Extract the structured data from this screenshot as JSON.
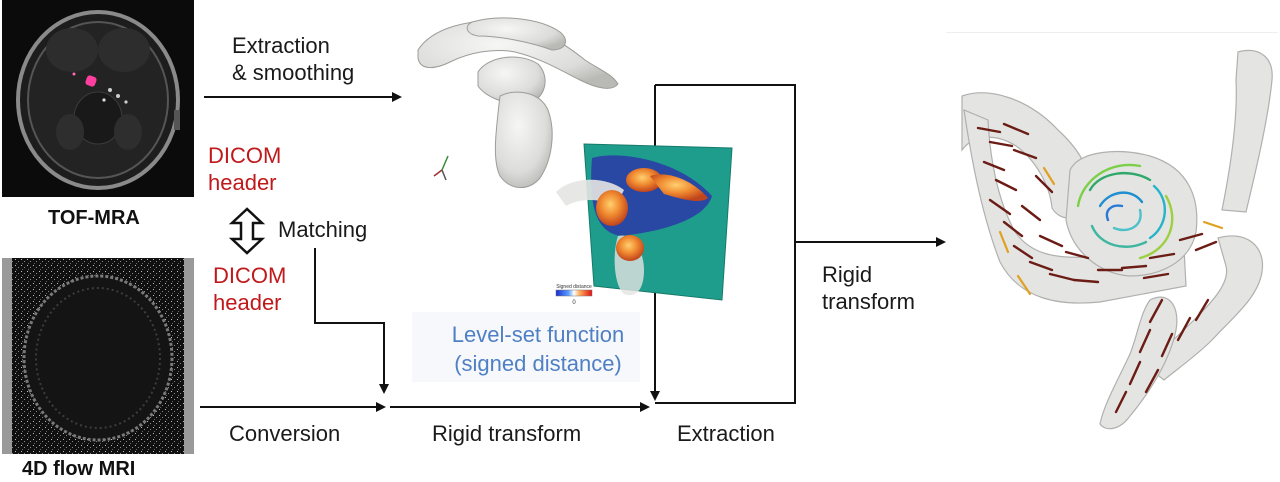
{
  "inputs": {
    "tof_mra_label": "TOF-MRA",
    "flow_mri_label": "4D flow MRI"
  },
  "steps": {
    "extraction_smoothing_line1": "Extraction",
    "extraction_smoothing_line2": "& smoothing",
    "dicom_header_top_line1": "DICOM",
    "dicom_header_top_line2": "header",
    "matching": "Matching",
    "dicom_header_bottom_line1": "DICOM",
    "dicom_header_bottom_line2": "header",
    "conversion": "Conversion",
    "rigid_transform_bottom": "Rigid transform",
    "extraction_bottom": "Extraction",
    "rigid_transform_right_line1": "Rigid",
    "rigid_transform_right_line2": "transform"
  },
  "levelset": {
    "line1": "Level-set function",
    "line2": "(signed distance)",
    "colorbar_title": "Signed distance",
    "colorbar_zero": "0"
  },
  "colors": {
    "red_text": "#c0191b",
    "blue_text": "#4f7fc4",
    "arrow": "#111111",
    "vessel": "#e8e8e6",
    "plane_teal": "#1f9d8c",
    "streamline_dark": "#6b1c14"
  }
}
